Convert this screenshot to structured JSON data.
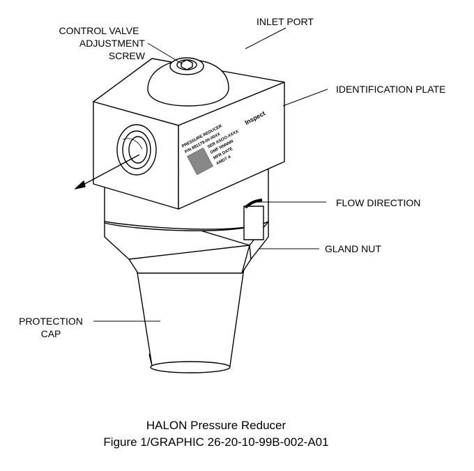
{
  "labels": {
    "control_valve": [
      "CONTROL VALVE",
      "ADJUSTMENT",
      "SCREW"
    ],
    "inlet_port": "INLET PORT",
    "identification_plate": "IDENTIFICATION PLATE",
    "flow_direction": "FLOW DIRECTION",
    "gland_nut": "GLAND NUT",
    "protection_cap": [
      "PROTECTION",
      "CAP"
    ]
  },
  "plate": {
    "lines": [
      "PRESSURE REDUCER",
      "P/N 881178-00-00XX",
      "SER ASOO-XXXX",
      "DMF NNNNN",
      "MFR DATE",
      "AMDT A"
    ],
    "stamp": "Inspect"
  },
  "caption": {
    "title": "HALON  Pressure  Reducer",
    "figure": "Figure 1/GRAPHIC 26-20-10-99B-002-A01"
  }
}
